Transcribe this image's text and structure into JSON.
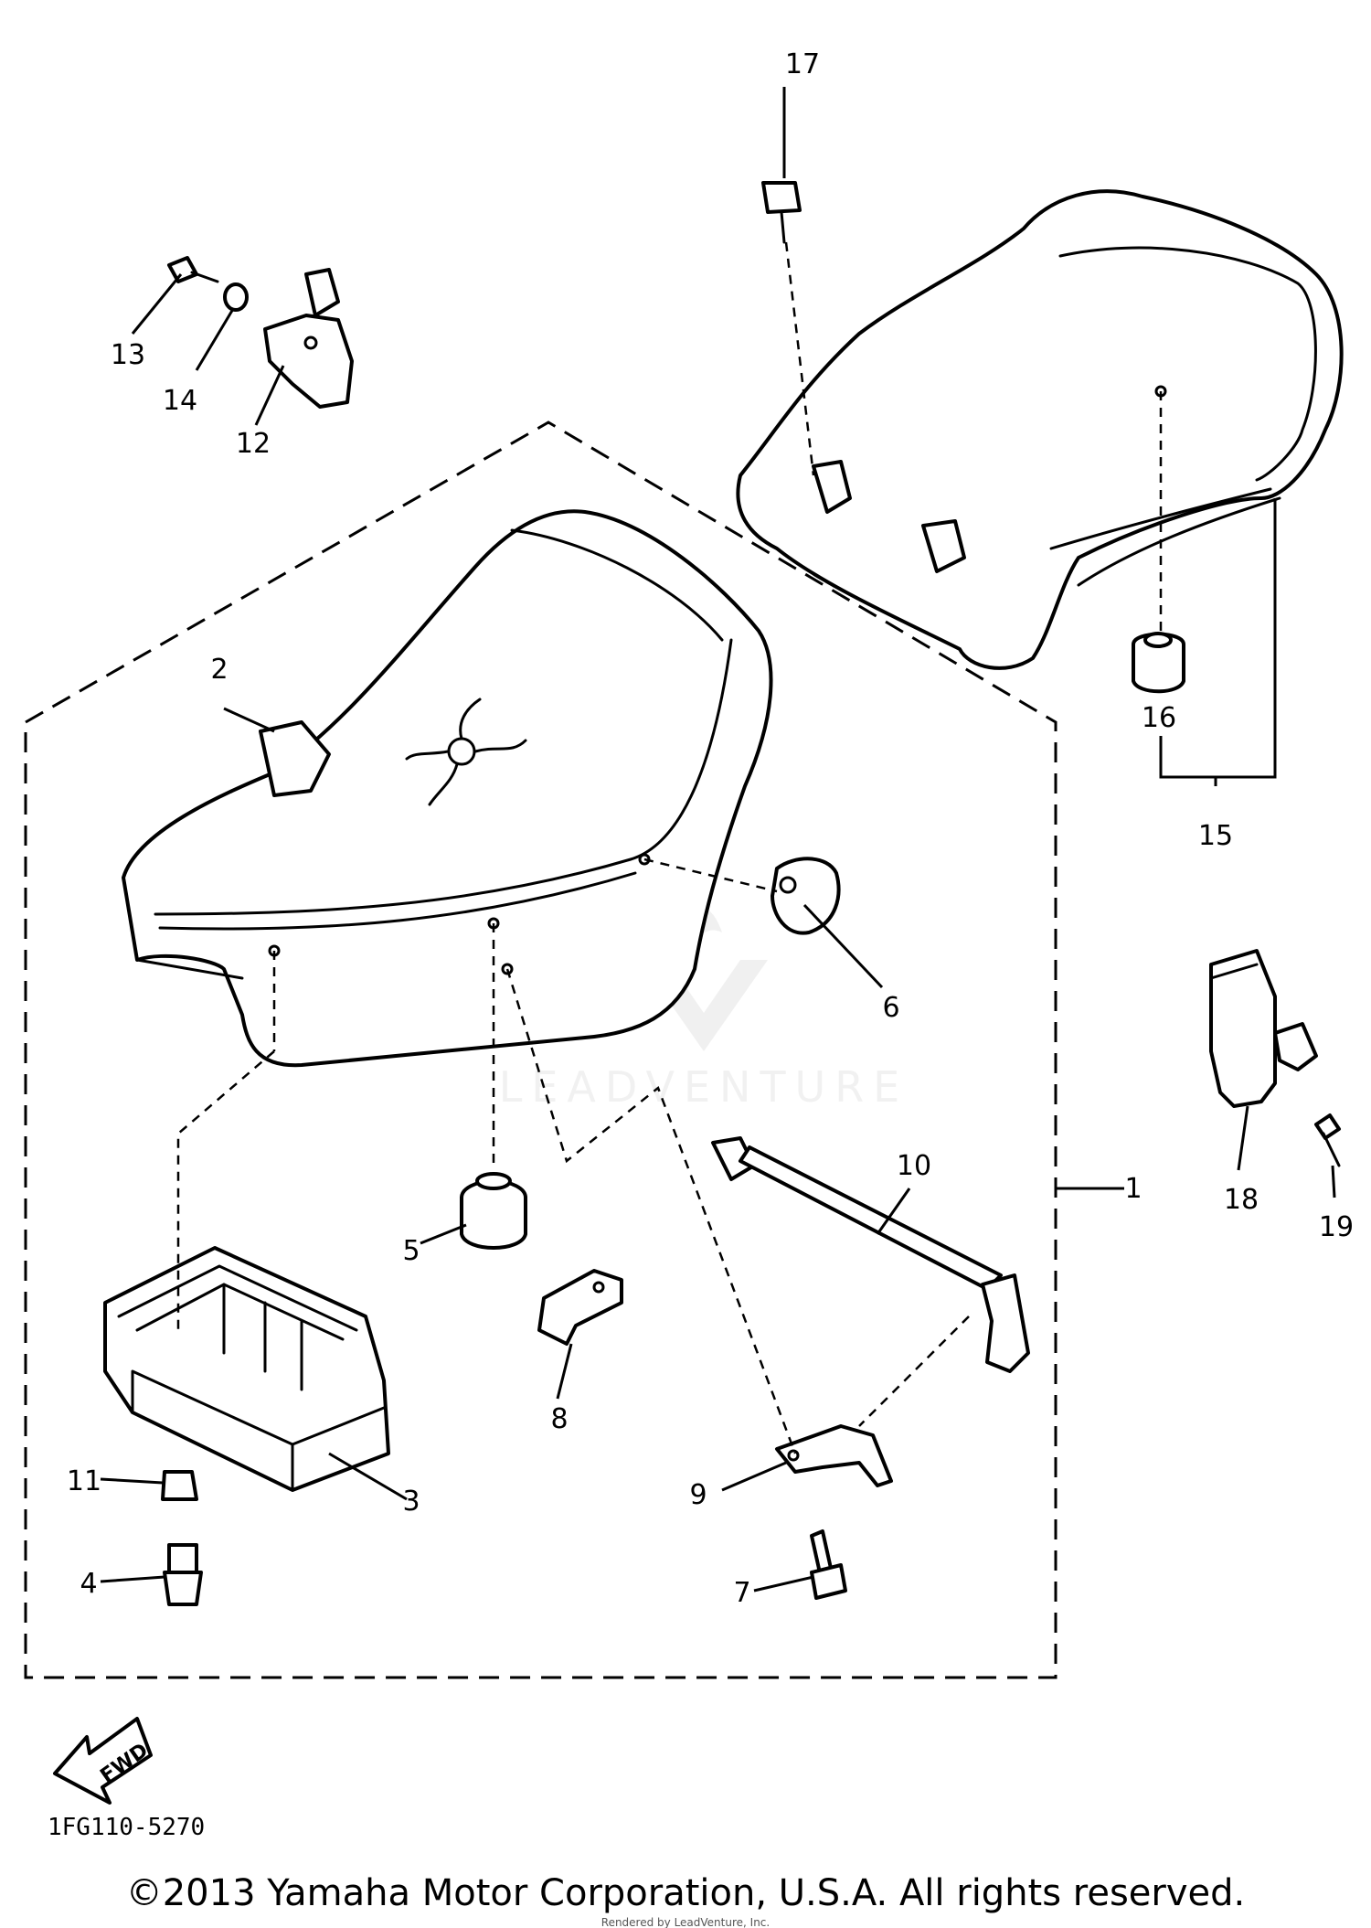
{
  "diagram": {
    "callouts": [
      "1",
      "2",
      "3",
      "4",
      "5",
      "6",
      "7",
      "8",
      "9",
      "10",
      "11",
      "12",
      "13",
      "14",
      "15",
      "16",
      "17",
      "18",
      "19"
    ],
    "fwd_label": "FWD",
    "code": "1FG110-5270"
  },
  "watermark": {
    "text": "LEADVENTURE"
  },
  "footer": {
    "copyright": "©2013 Yamaha Motor Corporation, U.S.A. All rights reserved.",
    "rendered_by": "Rendered by LeadVenture, Inc."
  }
}
